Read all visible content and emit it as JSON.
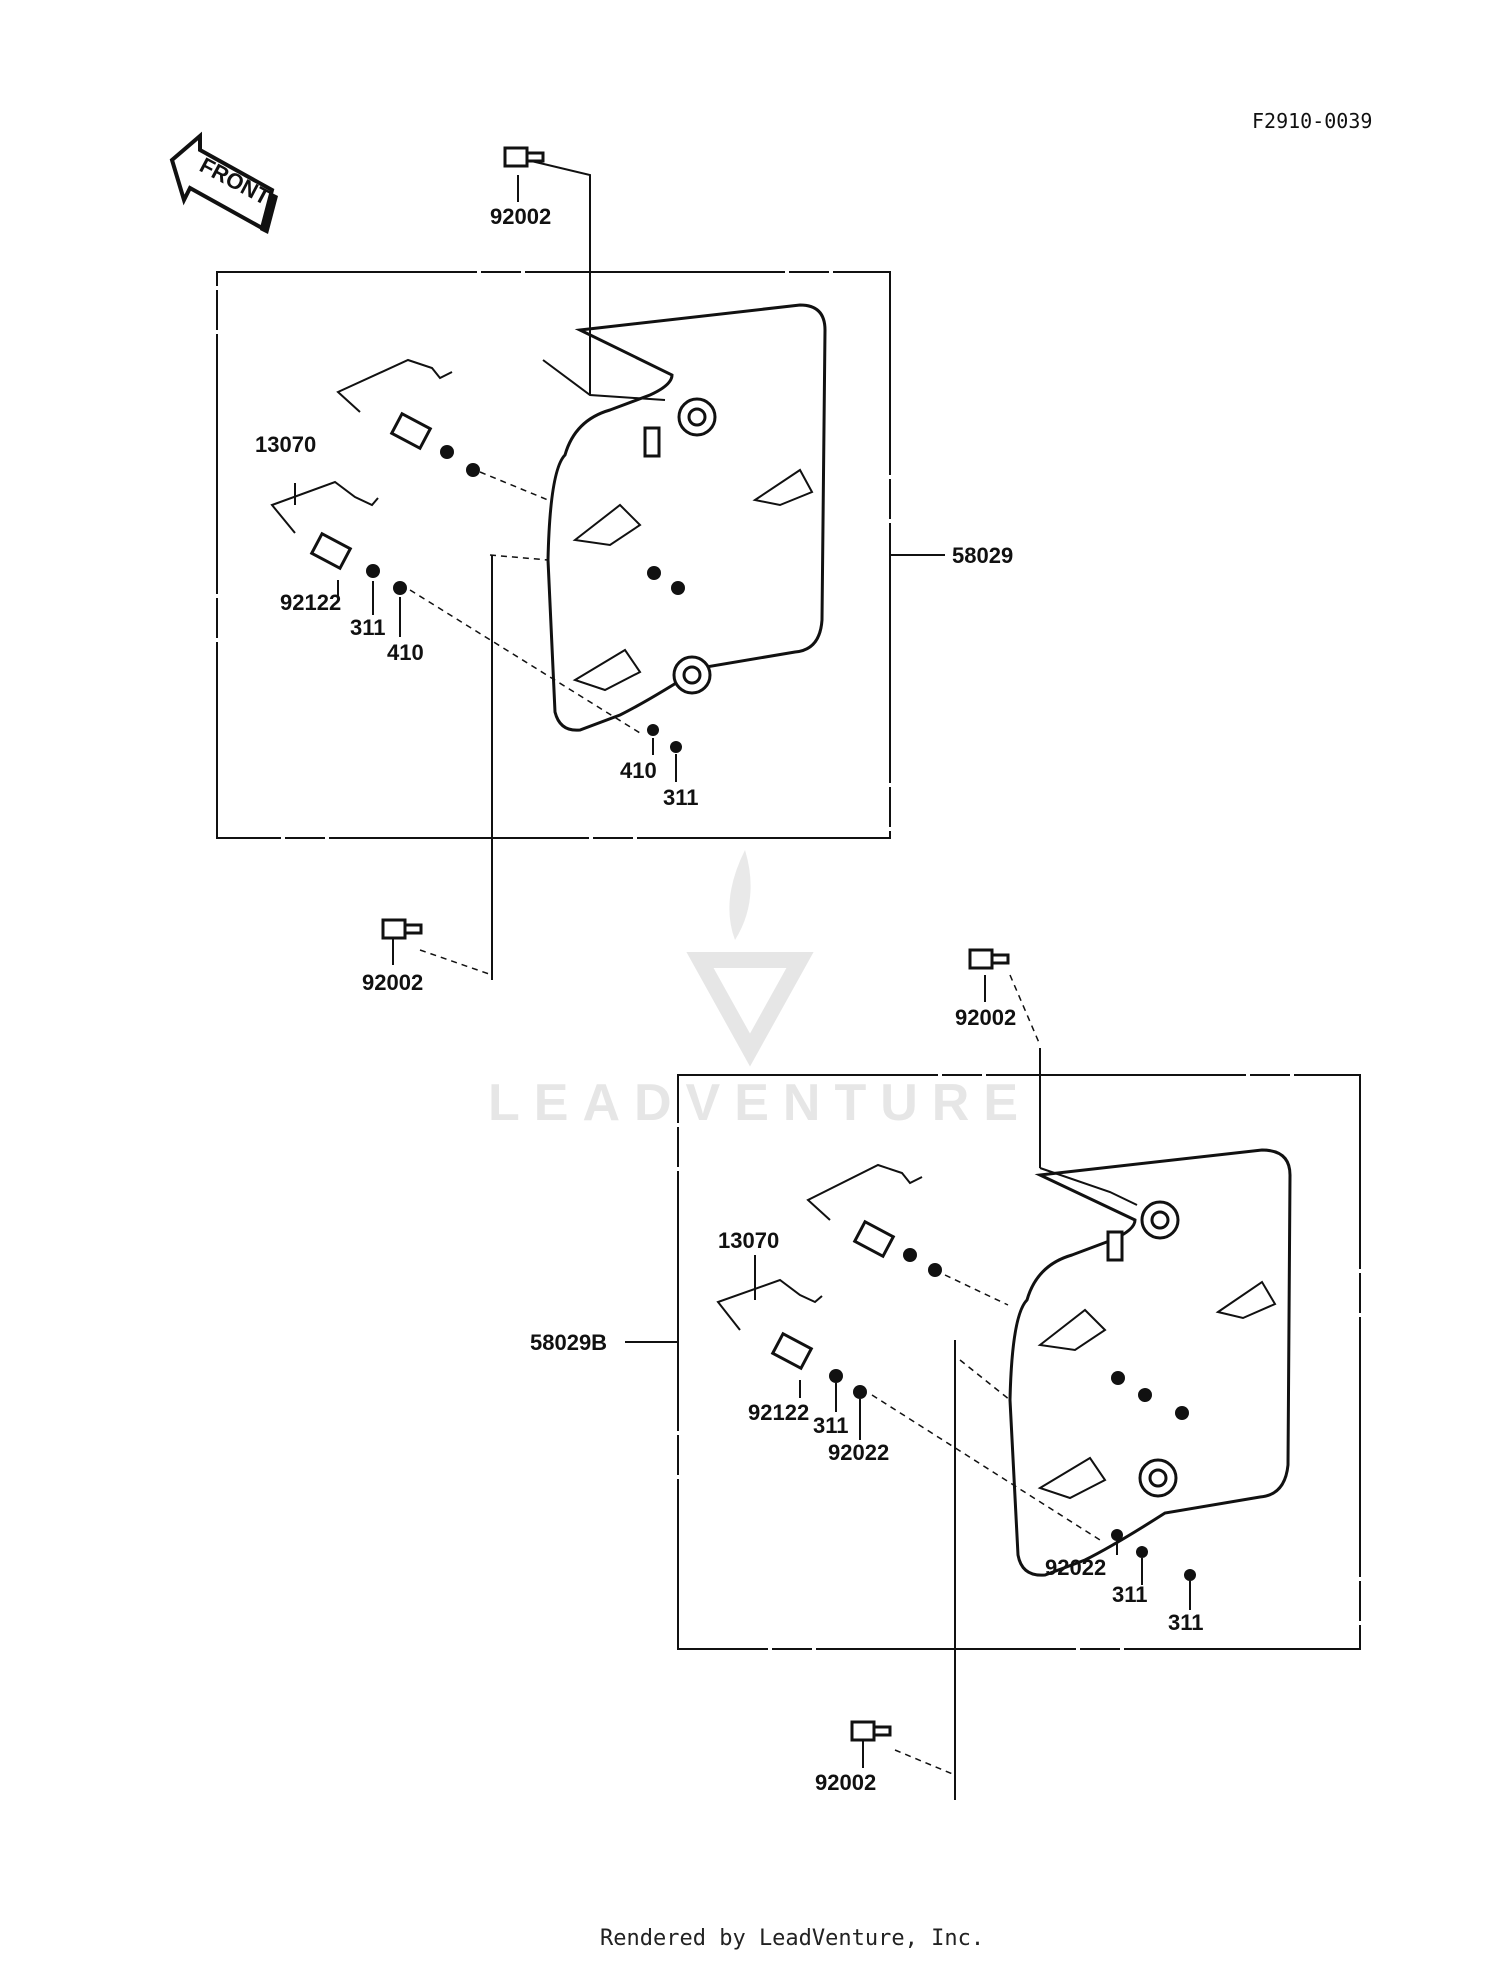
{
  "header": {
    "figure_code": "F2910-0039"
  },
  "front_badge": {
    "label": "FRONT"
  },
  "watermark": {
    "text": "LEADVENTURE"
  },
  "footer": {
    "text": "Rendered by LeadVenture, Inc."
  },
  "callouts": {
    "top_bolt_upper": "92002",
    "a_spring_pin": "13070",
    "a_collar": "92122",
    "a_nut_left": "311",
    "a_washer_left": "410",
    "a_assembly": "58029",
    "a_washer_right": "410",
    "a_nut_right": "311",
    "a_bolt_lower": "92002",
    "b_bolt_upper": "92002",
    "b_spring_pin": "13070",
    "b_assembly": "58029B",
    "b_collar": "92122",
    "b_nut_left": "311",
    "b_washer_left": "92022",
    "b_washer_right": "92022",
    "b_nut_mid": "311",
    "b_nut_right": "311",
    "b_bolt_lower": "92002"
  }
}
